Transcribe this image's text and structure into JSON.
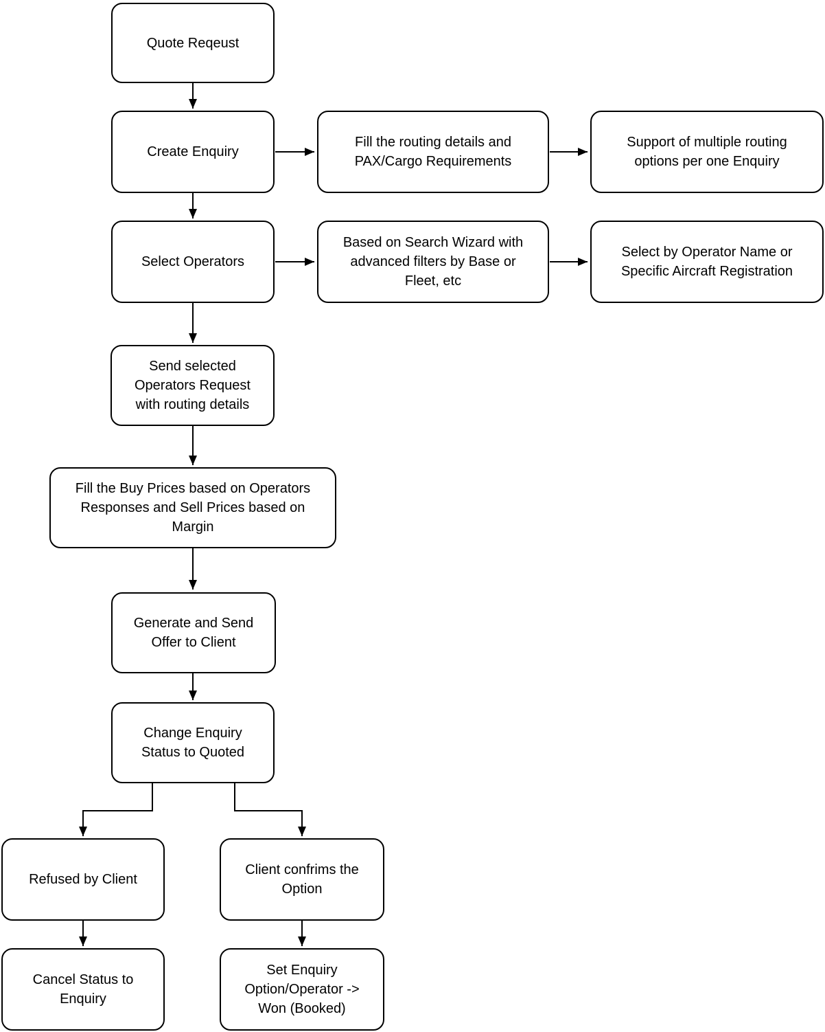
{
  "diagram": {
    "type": "flowchart",
    "colors": {
      "node_fill": "#ffffff",
      "node_border": "#000000",
      "text": "#000000",
      "background": "#ffffff"
    },
    "nodes": {
      "quote_request": {
        "label": "Quote Reqeust"
      },
      "create_enquiry": {
        "label": "Create Enquiry"
      },
      "fill_routing": {
        "label": "Fill the routing details and\nPAX/Cargo Requirements"
      },
      "support_routing": {
        "label": "Support of multiple routing\noptions per one Enquiry"
      },
      "select_operators": {
        "label": "Select Operators"
      },
      "search_wizard": {
        "label": "Based on Search Wizard with\nadvanced filters by Base or\nFleet, etc"
      },
      "select_by_name": {
        "label": "Select by Operator Name or\nSpecific Aircraft Registration"
      },
      "send_request": {
        "label": "Send selected\nOperators Request\nwith routing details"
      },
      "fill_buy_prices": {
        "label": "Fill the Buy Prices based on Operators\nResponses and Sell Prices based on\nMargin"
      },
      "generate_offer": {
        "label": "Generate and Send\nOffer to Client"
      },
      "change_status": {
        "label": "Change Enquiry\nStatus to Quoted"
      },
      "refused_by_client": {
        "label": "Refused by Client"
      },
      "cancel_status": {
        "label": "Cancel Status to\nEnquiry"
      },
      "client_confirms": {
        "label": "Client confrims the\nOption"
      },
      "set_enquiry_won": {
        "label": "Set Enquiry\nOption/Operator ->\nWon (Booked)"
      }
    },
    "edges": [
      {
        "from": "quote_request",
        "to": "create_enquiry"
      },
      {
        "from": "create_enquiry",
        "to": "fill_routing"
      },
      {
        "from": "fill_routing",
        "to": "support_routing"
      },
      {
        "from": "create_enquiry",
        "to": "select_operators"
      },
      {
        "from": "select_operators",
        "to": "search_wizard"
      },
      {
        "from": "search_wizard",
        "to": "select_by_name"
      },
      {
        "from": "select_operators",
        "to": "send_request"
      },
      {
        "from": "send_request",
        "to": "fill_buy_prices"
      },
      {
        "from": "fill_buy_prices",
        "to": "generate_offer"
      },
      {
        "from": "generate_offer",
        "to": "change_status"
      },
      {
        "from": "change_status",
        "to": "refused_by_client"
      },
      {
        "from": "change_status",
        "to": "client_confirms"
      },
      {
        "from": "refused_by_client",
        "to": "cancel_status"
      },
      {
        "from": "client_confirms",
        "to": "set_enquiry_won"
      }
    ]
  }
}
